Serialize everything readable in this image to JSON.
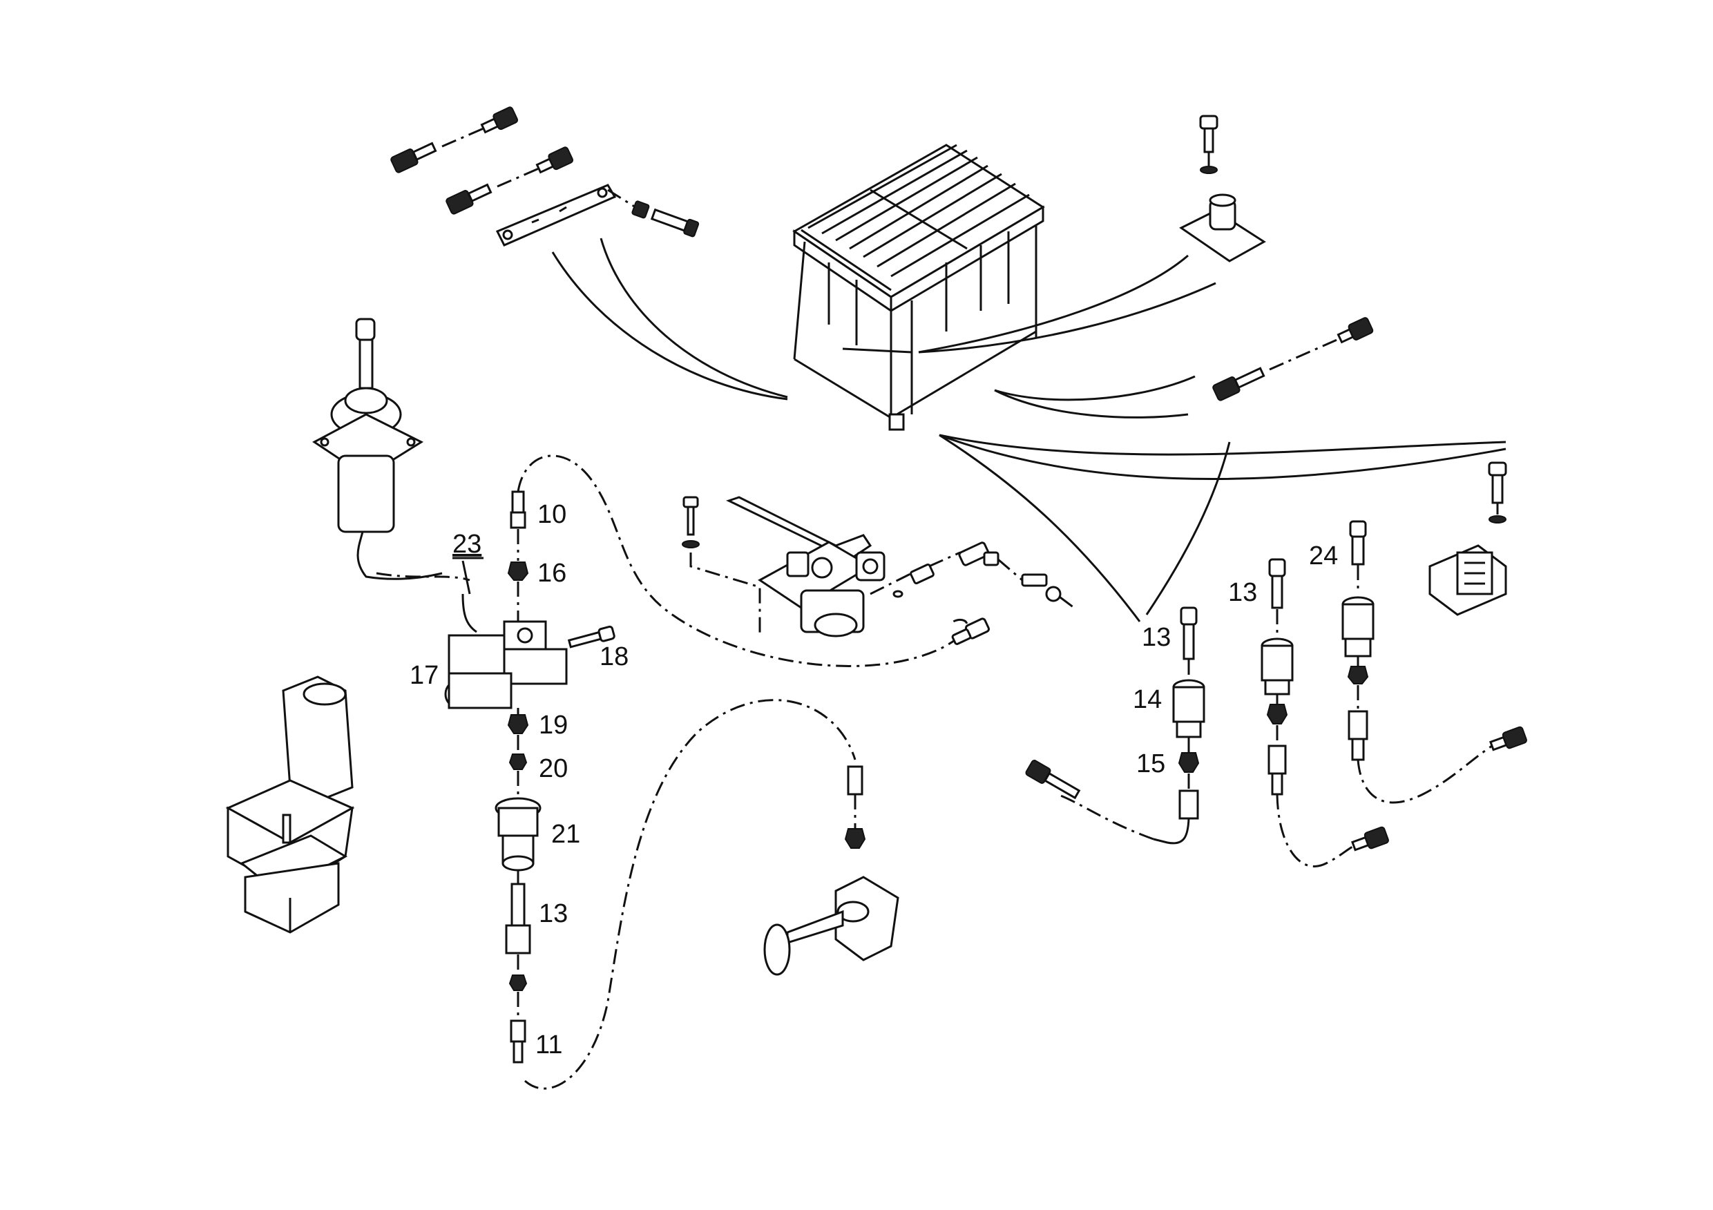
{
  "callouts": {
    "c10": "10",
    "c16": "16",
    "c23": "23",
    "c18": "18",
    "c17": "17",
    "c19": "19",
    "c20": "20",
    "c21": "21",
    "c13a": "13",
    "c11": "11",
    "c24": "24",
    "c13b": "13",
    "c13c": "13",
    "c14": "14",
    "c15": "15"
  },
  "icons": {
    "cab": "cab-frame-icon",
    "joystick": "joystick-icon",
    "seat": "operator-seat-icon",
    "pedal": "brake-pedal-icon",
    "lever": "hand-lever-icon"
  }
}
